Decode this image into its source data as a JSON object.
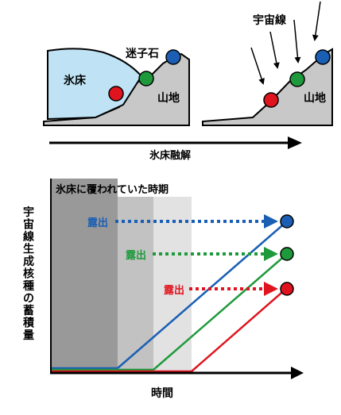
{
  "top": {
    "label_glacier": "氷床",
    "label_mountain_left": "山地",
    "label_mountain_right": "山地",
    "label_erratic": "迷子石",
    "label_cosmic": "宇宙線",
    "arrow_label": "氷床融解"
  },
  "bottom": {
    "shade_label": "氷床に覆われていた時期",
    "y_axis_chars": [
      "宇",
      "宙",
      "線",
      "生",
      "成",
      "核",
      "種",
      "の",
      "蓄",
      "積",
      "量"
    ],
    "x_label": "時間",
    "exposures": [
      {
        "label": "露出",
        "color": "#1a5fb4"
      },
      {
        "label": "露出",
        "color": "#1e9a3c"
      },
      {
        "label": "露出",
        "color": "#e0141e"
      }
    ]
  },
  "colors": {
    "ice": "#bfe3f5",
    "rock": "#c8c8c8",
    "blue": "#1a5fb4",
    "green": "#1e9a3c",
    "red": "#e0141e",
    "shade_dark": "#999999",
    "shade_mid": "#c2c2c2",
    "shade_light": "#e2e2e2"
  }
}
